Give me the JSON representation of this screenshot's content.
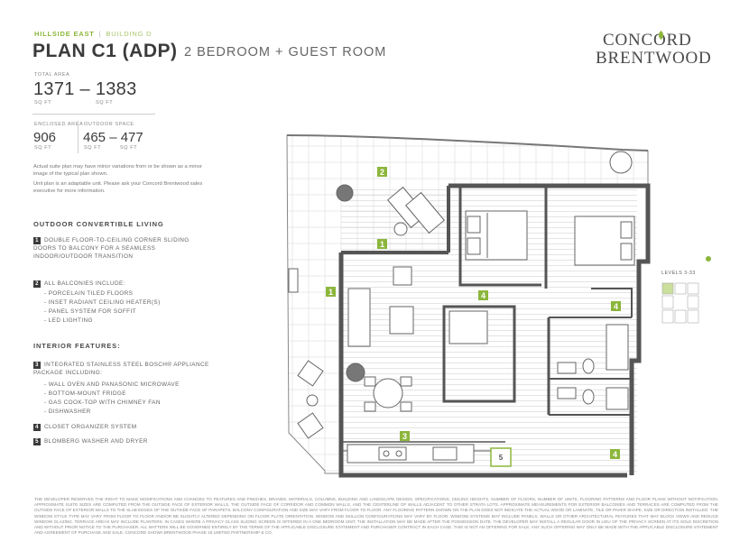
{
  "header": {
    "project": "HILLSIDE EAST",
    "separator": "|",
    "building": "BUILDING D",
    "plan_name": "PLAN C1 (ADP)",
    "plan_type": "2 BEDROOM + GUEST ROOM"
  },
  "logo": {
    "line1": "CONCORD",
    "line2": "BRENTWOOD"
  },
  "areas": {
    "total_label": "TOTAL AREA",
    "total_value": "1371 – 1383",
    "sqft": "SQ FT",
    "enclosed_label": "ENCLOSED AREA",
    "enclosed_value": "906",
    "outdoor_label": "OUTDOOR SPACE",
    "outdoor_value": "465 – 477"
  },
  "notes": {
    "note1": "Actual suite plan may have minor variations from or be shown as a minor image of the typical plan shown.",
    "note2": "Unit plan is an adaptable unit. Please ask your Concord Brentwood sales executive for more information."
  },
  "outdoor": {
    "heading": "OUTDOOR CONVERTIBLE LIVING",
    "items": [
      {
        "num": "1",
        "text": "DOUBLE FLOOR-TO-CEILING CORNER SLIDING DOORS TO BALCONY FOR A SEAMLESS INDOOR/OUTDOOR TRANSITION"
      },
      {
        "num": "2",
        "text": "ALL BALCONIES INCLUDE:"
      }
    ],
    "subitems": [
      "- PORCELAIN TILED FLOORS",
      "- INSET RADIANT CEILING HEATER(S)",
      "- PANEL SYSTEM FOR SOFFIT",
      "- LED LIGHTING"
    ]
  },
  "interior": {
    "heading": "INTERIOR FEATURES:",
    "items": [
      {
        "num": "3",
        "text": "INTEGRATED STAINLESS STEEL BOSCH® APPLIANCE PACKAGE INCLUDING:"
      },
      {
        "num": "4",
        "text": "CLOSET ORGANIZER SYSTEM"
      },
      {
        "num": "5",
        "text": "BLOMBERG WASHER AND DRYER"
      }
    ],
    "subitems": [
      "- WALL OVEN AND PANASONIC MICROWAVE",
      "- BOTTOM-MOUNT FRIDGE",
      "- GAS COOK-TOP WITH CHIMNEY FAN",
      "- DISHWASHER"
    ]
  },
  "keyplan": {
    "label": "LEVELS 3-33"
  },
  "plan_markers": {
    "m1": "1",
    "m2": "2",
    "m3": "3",
    "m4": "4",
    "m5": "5"
  },
  "disclaimer": "THE DEVELOPER RESERVES THE RIGHT TO MAKE MODIFICATIONS AND CHANGES TO FEATURES AND FINISHES, BRANDS, MATERIALS, COLUMNS, BUILDING AND LANDSCAPE DESIGN, SPECIFICATIONS, CEILING HEIGHTS, NUMBER OF FLOORS, NUMBER OF UNITS, FLOORING PATTERNS AND FLOOR PLANS WITHOUT NOTIFICATION. APPROXIMATE SUITE SIZES ARE COMPUTED FROM THE OUTSIDE FACE OF EXTERIOR WALLS, THE OUTSIDE FACE OF CORRIDOR AND COMMON WALLS, AND THE CENTERLINE OF WALLS ADJACENT TO OTHER STRATA LOTS. APPROXIMATE MEASUREMENTS FOR EXTERIOR BALCONIES AND TERRACES ARE COMPUTED FROM THE OUTSIDE FACE OF EXTERIOR WALLS TO THE SLAB EDGES OF THE OUTSIDE FACE OF PARAPETS. BALCONY CONFIGURATION AND SIZE MAY VARY FROM FLOOR TO FLOOR. ANY FLOORING PATTERN SHOWN ON THE PLAN DOES NOT INDICATE THE ACTUAL WOOD OR LAMINATE, TILE OR PAVER SHAPE, SIZE OR DIRECTION INSTALLED. THE WINDOW STYLE TYPE MAY VARY FROM FLOOR TO FLOOR AND/OR BE SLIGHTLY ALTERED DEPENDING ON FLOOR PLATE ORIENTATION. WINDOW AND MULLION CONFIGURATIONS MAY VARY BY FLOOR. WINDOW SYSTEMS MAY INCLUDE PANELS, WALLS OR OTHER ARCHITECTURAL FEATURES THAT MAY BLOCK VIEWS AND REDUCE WINDOW GLAZING. TERRACE AREAS MAY INCLUDE PLANTERS. IN CASES WHERE A PRIVACY GLASS SLIDING SCREEN IS OFFERED IN A ONE BEDROOM UNIT, THE INSTALLATION MAY BE MADE AFTER THE POSSESSION DATE. THE DEVELOPER MAY INSTALL A REGULAR DOOR IN LIEU OF THE PRIVACY SCREEN AT ITS SOLE DISCRETION AND WITHOUT PRIOR NOTICE TO THE PURCHASER. ALL MATTERS WILL BE GOVERNED ENTIRELY BY THE TERMS OF THE APPLICABLE DISCLOSURE STATEMENT AND PURCHASER CONTRACT IN EACH CASE. THIS IS NOT AN OFFERING FOR SALE. ANY SUCH OFFERING MAY ONLY BE MADE WITH THE APPLICABLE DISCLOSURE STATEMENT AND AGREEMENT OF PURCHASE AND SALE. CONCORD SHOWA BRENTWOOD PHASE 18 LIMITED PARTNERSHIP & CO."
}
